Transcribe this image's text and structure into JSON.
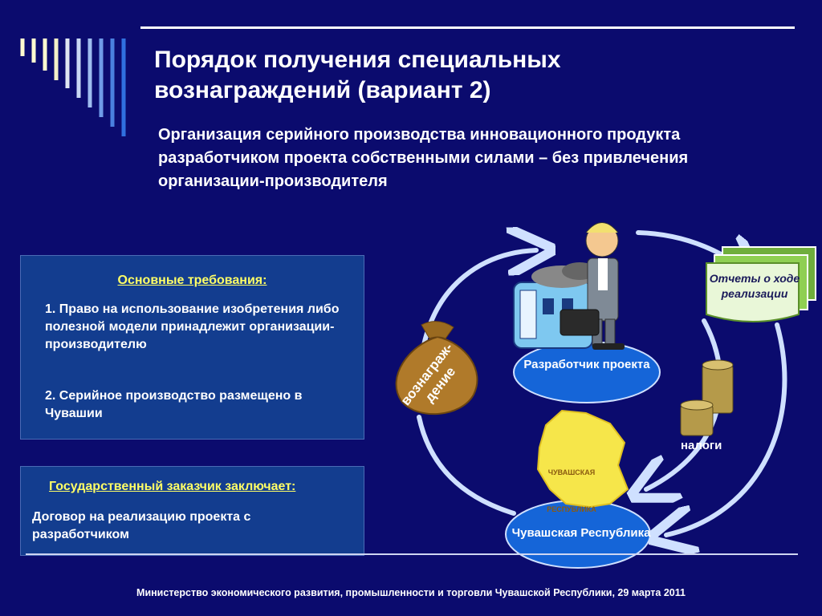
{
  "title": "Порядок получения специальных вознаграждений (вариант 2)",
  "subtitle": "Организация серийного производства инновационного продукта  разработчиком проекта собственными силами – без привлечения организации-производителя",
  "requirements": {
    "heading": "Основные требования:",
    "item1": "1. Право на использование изобретения либо полезной модели принадлежит организации-производителю",
    "item2": "2. Серийное производство размещено в Чувашии"
  },
  "contract": {
    "heading": "Государственный заказчик заключает:",
    "text": "Договор на реализацию проекта с разработчиком"
  },
  "diagram": {
    "developer": "Разработчик проекта",
    "republic": "Чувашская Республика",
    "reports": "Отчеты о ходе реализации",
    "taxes": "налоги",
    "reward": "вознаграж-дение",
    "map_text": "ЧУВАШСКАЯ РЕСПУБЛИКА"
  },
  "footer": "Министерство экономического развития, промышленности и торговли Чувашской Республики, 29 марта 2011",
  "colors": {
    "background": "#0b0b6e",
    "panel": "#133d8f",
    "heading_yellow": "#ffff66",
    "ellipse": "#1565d8",
    "arrow": "#cfe0ff"
  }
}
